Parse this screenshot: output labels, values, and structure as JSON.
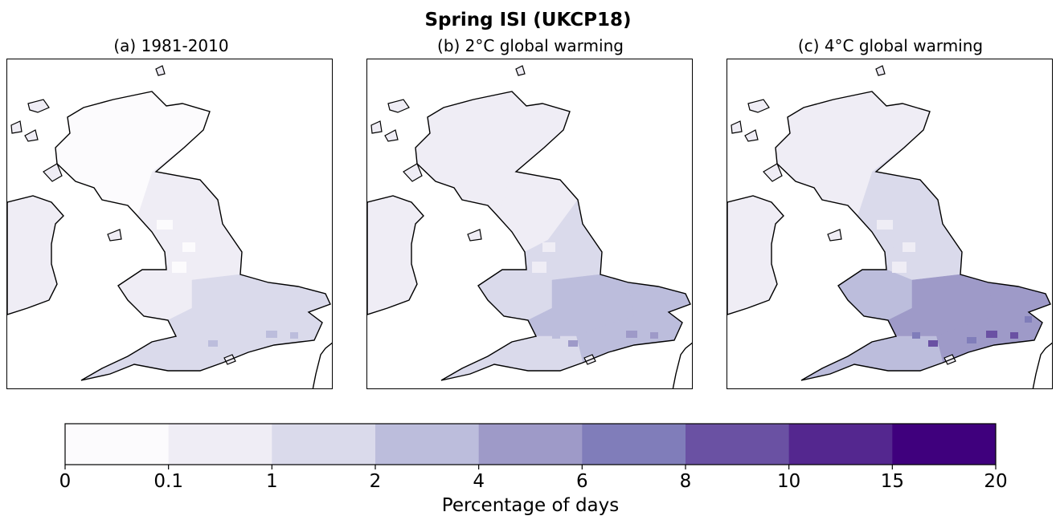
{
  "figure_title": "Spring ISI (UKCP18)",
  "panels": [
    {
      "label": "(a) 1981-2010"
    },
    {
      "label": "(b) 2°C global warming"
    },
    {
      "label": "(c) 4°C global warming"
    }
  ],
  "chart_data": {
    "type": "heatmap",
    "title": "Spring ISI (UKCP18)",
    "subplots": [
      "(a) 1981-2010",
      "(b) 2°C global warming",
      "(c) 4°C global warming"
    ],
    "colorbar": {
      "label": "Percentage of days",
      "boundaries": [
        0,
        0.1,
        1,
        2,
        4,
        6,
        8,
        10,
        15,
        20
      ],
      "tick_labels": [
        "0",
        "0.1",
        "1",
        "2",
        "4",
        "6",
        "8",
        "10",
        "15",
        "20"
      ],
      "colors": [
        "#fcfbfd",
        "#efedf5",
        "#dadaeb",
        "#bcbddc",
        "#9e9ac8",
        "#807dba",
        "#6a51a3",
        "#54278f",
        "#3f007d"
      ]
    },
    "region_levels": [
      {
        "panel": "(a) 1981-2010",
        "scotland_north": 0,
        "scotland_south": 1,
        "northern_england": 1,
        "wales": 1,
        "midlands": 2,
        "southeast": 2,
        "southwest": 2,
        "ireland": 1,
        "hotspots": 3
      },
      {
        "panel": "(b) 2°C global warming",
        "scotland_north": 1,
        "scotland_south": 1,
        "northern_england": 2,
        "wales": 2,
        "midlands": 3,
        "southeast": 3,
        "southwest": 2,
        "ireland": 1,
        "hotspots": 4
      },
      {
        "panel": "(c) 4°C global warming",
        "scotland_north": 1,
        "scotland_south": 2,
        "northern_england": 2,
        "wales": 3,
        "midlands": 4,
        "southeast": 4,
        "southwest": 3,
        "ireland": 1,
        "hotspots": 6
      }
    ]
  }
}
